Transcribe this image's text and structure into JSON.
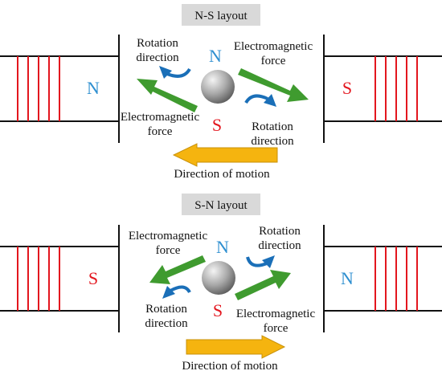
{
  "colors": {
    "coil": "#e3161e",
    "frame": "#111111",
    "pole_n": "#2e8fd0",
    "pole_s": "#e3161e",
    "em_arrow": "#3f9b2f",
    "motion_arrow": "#f5b40f",
    "rotation_arrow": "#1a6fb8",
    "label_bg": "#d9d9d9"
  },
  "ns": {
    "title": "N-S layout",
    "left_pole": "N",
    "right_pole": "S",
    "ball_top_pole": "N",
    "ball_bottom_pole": "S",
    "rot_top_1": "Rotation",
    "rot_top_2": "direction",
    "em_top_1": "Electromagnetic",
    "em_top_2": "force",
    "em_bottom_1": "Electromagnetic",
    "em_bottom_2": "force",
    "rot_bottom_1": "Rotation",
    "rot_bottom_2": "direction",
    "motion": "Direction of motion"
  },
  "sn": {
    "title": "S-N layout",
    "left_pole": "S",
    "right_pole": "N",
    "ball_top_pole": "N",
    "ball_bottom_pole": "S",
    "em_top_1": "Electromagnetic",
    "em_top_2": "force",
    "rot_top_1": "Rotation",
    "rot_top_2": "direction",
    "rot_bottom_1": "Rotation",
    "rot_bottom_2": "direction",
    "em_bottom_1": "Electromagnetic",
    "em_bottom_2": "force",
    "motion": "Direction of motion"
  }
}
